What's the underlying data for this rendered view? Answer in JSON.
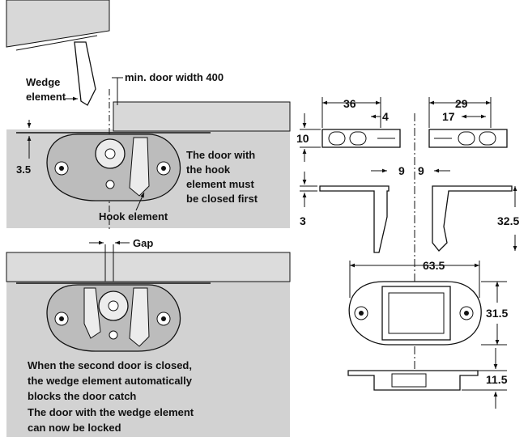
{
  "top_panel": {
    "wedge_label_1": "Wedge",
    "wedge_label_2": "element",
    "door_width_label": "min. door width 400",
    "offset_value": "3.5",
    "note_lines": [
      "The door with",
      "the hook",
      "element must",
      "be closed first"
    ],
    "hook_label": "Hook element"
  },
  "bottom_panel": {
    "gap_label": "Gap",
    "caption_lines": [
      "When the second door is closed,",
      "the wedge element automatically",
      "blocks the door catch",
      "The door with the wedge element",
      "can now be locked"
    ]
  },
  "dimensions": {
    "d36": "36",
    "d4": "4",
    "d29": "29",
    "d17": "17",
    "d10": "10",
    "d9_left": "9",
    "d9_right": "9",
    "d3": "3",
    "d32_5": "32.5",
    "d63_5": "63.5",
    "d31_5": "31.5",
    "d11_5": "11.5"
  },
  "colors": {
    "panel_bg": "#d2d2d2",
    "line": "#111111"
  }
}
